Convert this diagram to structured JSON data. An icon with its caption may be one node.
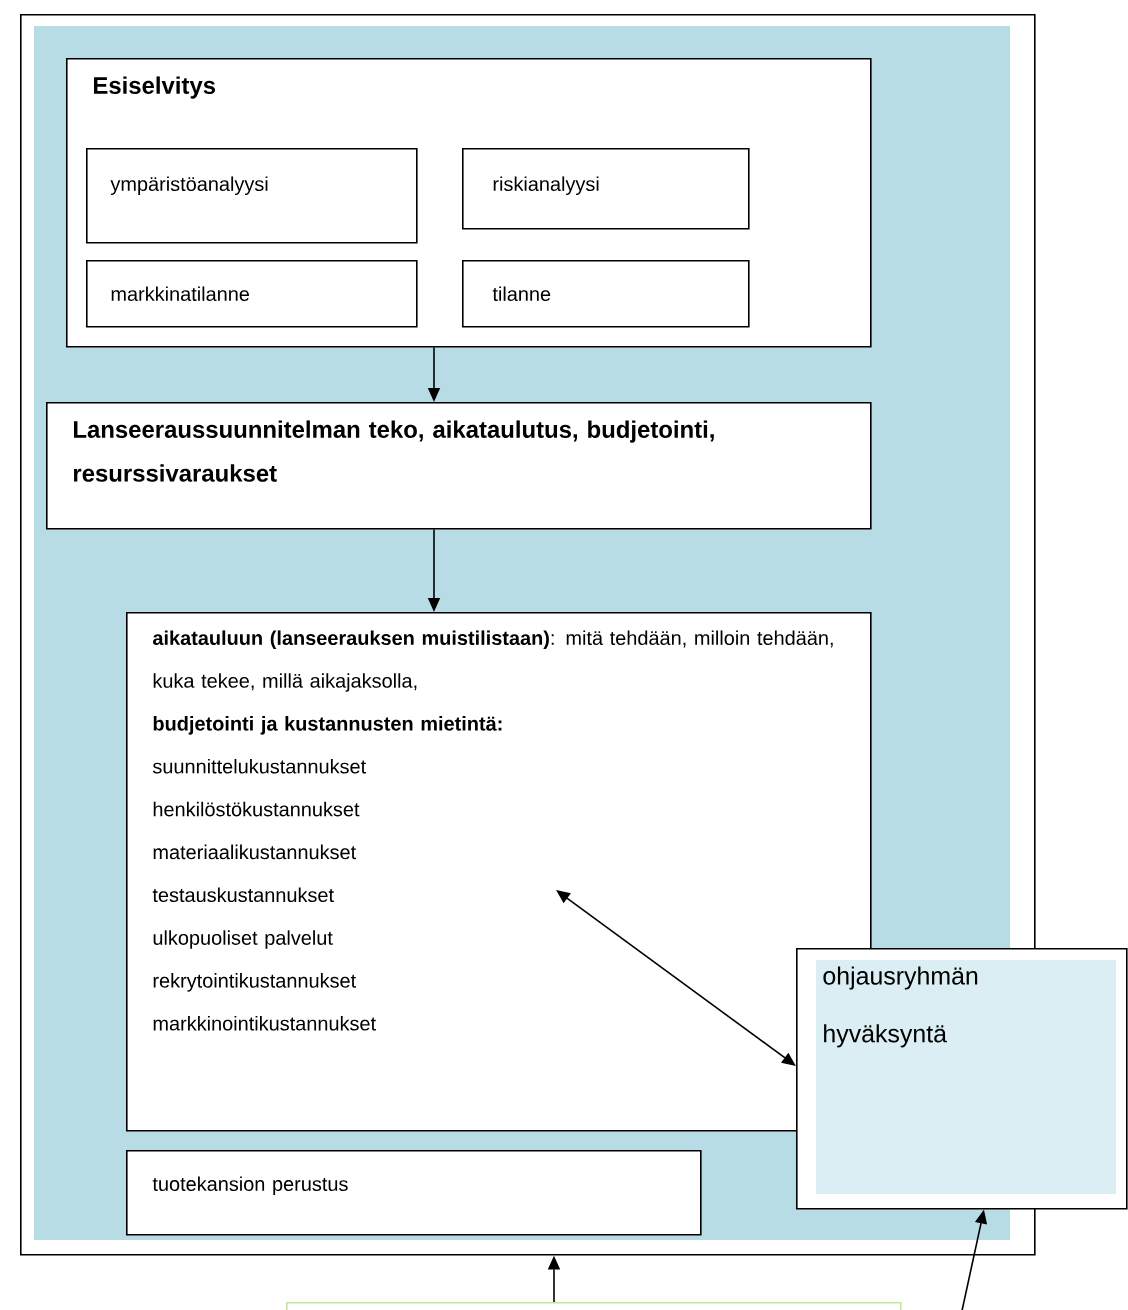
{
  "diagram": {
    "nodes": [
      {
        "text": [],
        "shape": "box"
      },
      {
        "text": [
          "Esiselvitys"
        ],
        "in": 0
      },
      {
        "text": [
          "ympäristöanalyysi"
        ],
        "in": 1
      },
      {
        "text": [
          "riskianalyysi"
        ],
        "in": 1
      },
      {
        "text": [
          "markkinatilanne"
        ],
        "in": 1
      },
      {
        "text": [
          "tilanne"
        ],
        "in": 1
      },
      {
        "text": [
          "Lanseeraussuunnitelman teko, aikataulutus, budjetointi, resurssivaraukset"
        ],
        "in": 0
      },
      {
        "text": [
          "**aikatauluun (lanseerauksen muistilistaan)**: mitä tehdään, milloin tehdään, kuka tekee, millä aikajaksolla,",
          "budjetointi ja kustannusten mietintä:",
          "suunnittelukustannukset",
          "henkilöstökustannukset",
          "materiaalikustannukset",
          "testauskustannukset",
          "ulkopuoliset palvelut",
          "rekrytointikustannukset",
          "markkinointikustannukset"
        ],
        "in": 0
      },
      {
        "text": [
          "tuotekansion perustus"
        ],
        "in": 0
      },
      {
        "text": [
          "ohjausryhmän hyväksyntä"
        ]
      },
      {
        "text": [],
        "shape": "box"
      }
    ],
    "edges": [
      {
        "from": 1,
        "to": 6,
        "arrow": "to"
      },
      {
        "from": 6,
        "to": 7,
        "arrow": "to"
      },
      {
        "from": 7,
        "to": 9,
        "arrow": "both"
      },
      {
        "from": 10,
        "to": 0,
        "arrow": "to"
      },
      {
        "from": null,
        "to": 9,
        "arrow": "to"
      }
    ]
  }
}
